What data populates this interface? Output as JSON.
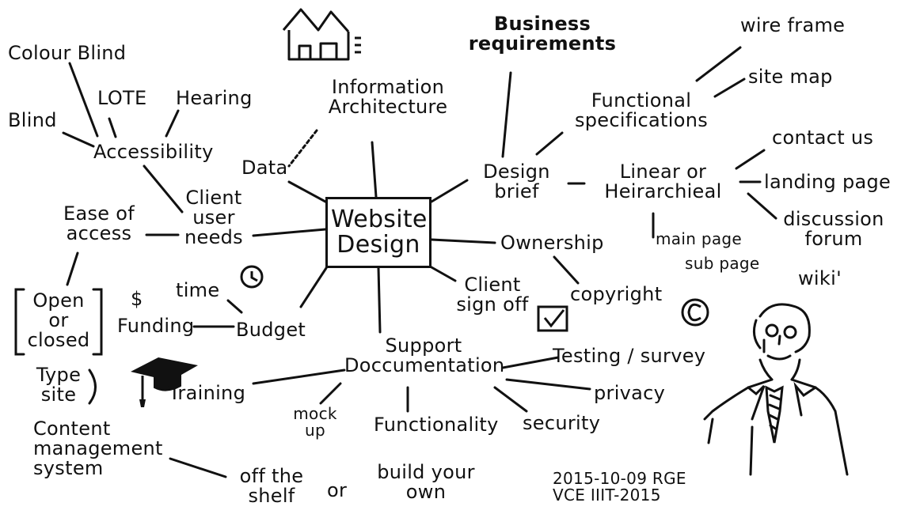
{
  "center": [
    "Website",
    "Design"
  ],
  "accessibility": {
    "hub": "Accessibility",
    "colour_blind": "Colour Blind",
    "lote": "LOTE",
    "hearing": "Hearing",
    "blind": "Blind"
  },
  "information_architecture": [
    "Information",
    "Architecture"
  ],
  "data": "Data",
  "business_requirements": [
    "Business",
    "requirements"
  ],
  "wire_frame": "wire frame",
  "site_map": "site map",
  "functional_specifications": [
    "Functional",
    "specifications"
  ],
  "design_brief": [
    "Design",
    "brief"
  ],
  "linear": [
    "Linear or",
    "Heirarchieal"
  ],
  "contact_us": "contact us",
  "landing_page": "landing page",
  "discussion_forum": [
    "discussion",
    "forum"
  ],
  "wiki": "wiki'",
  "main_page": "main page",
  "sub_page": "sub page",
  "client_user_needs": [
    "Client",
    "user",
    "needs"
  ],
  "ease_of_access": [
    "Ease of",
    "access"
  ],
  "open_or_closed": [
    "Open",
    "or",
    "closed"
  ],
  "type_site": [
    "Type",
    "site"
  ],
  "ownership": "Ownership",
  "copyright": "copyright",
  "copyright_symbol": "©",
  "client_sign_off": [
    "Client",
    "sign off"
  ],
  "checkbox": "✓",
  "time": "time",
  "dollar": "$",
  "funding": "Funding",
  "budget": "Budget",
  "support": "Support",
  "documentation": "Doccumentation",
  "testing_survey": "Testing / survey",
  "privacy": "privacy",
  "security": "security",
  "functionality": "Functionality",
  "mock_up": [
    "mock",
    "up"
  ],
  "training": "Training",
  "cms": [
    "Content",
    "management",
    "system"
  ],
  "off_the_shelf": [
    "off the",
    "shelf"
  ],
  "or": "or",
  "build_your_own": [
    "build your",
    "own"
  ],
  "credit": [
    "2015-10-09 RGE",
    "VCE IIIT-2015"
  ]
}
